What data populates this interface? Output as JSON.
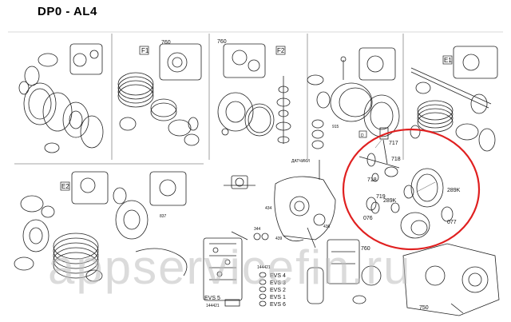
{
  "page": {
    "title": "DP0 - AL4",
    "watermark": "appservicefin.ru"
  },
  "section_markers": {
    "f1": "F1",
    "f2": "F2",
    "e1": "E1",
    "e2": "E2",
    "d": "D"
  },
  "numbers": {
    "n760a": "760",
    "n760b": "760",
    "n760c": "760",
    "n717": "717",
    "n718a": "718",
    "n718b": "718",
    "n719": "719",
    "n289ka": "289K",
    "n289kb": "289K",
    "n076": "076",
    "n077": "077",
    "n750": "750",
    "n436": "436",
    "n434": "434",
    "n439": "439",
    "n344": "344",
    "n915": "915",
    "n837": "837"
  },
  "sensor_label": "ДАТЧИКИ",
  "valve_block": {
    "ref": "144421",
    "evs": [
      "EVS 4",
      "EVS 3",
      "EVS 2",
      "EVS 1",
      "EVS 6"
    ],
    "evs5": "EVS 5",
    "ref2": "144421"
  },
  "highlight": {
    "color": "#e02020",
    "shape": "ellipse"
  }
}
